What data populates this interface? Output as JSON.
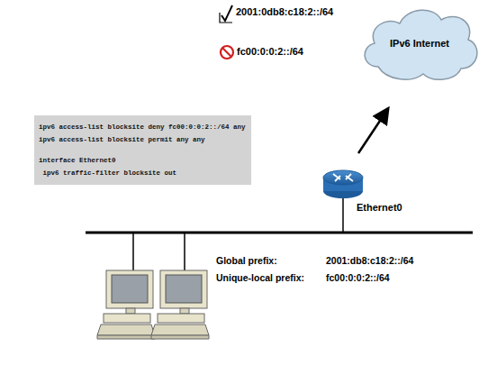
{
  "diagram": {
    "nodes": [
      {
        "text": [
          "ipv6 access-list blocksite deny fc00:0:0:2::/64 any",
          "ipv6 access-list blocksite permit any any",
          "interface Ethernet0",
          " ipv6 traffic-filter blocksite out"
        ]
      },
      {
        "text": [
          "IPv6 Internet"
        ]
      }
    ],
    "labels": [
      "2001:0db8:c18:2::/64",
      "fc00:0:0:2::/64",
      "Ethernet0",
      "Global prefix:",
      "2001:db8:c18:2::/64",
      "Unique-local prefix:",
      "fc00:0:0:2::/64"
    ]
  }
}
